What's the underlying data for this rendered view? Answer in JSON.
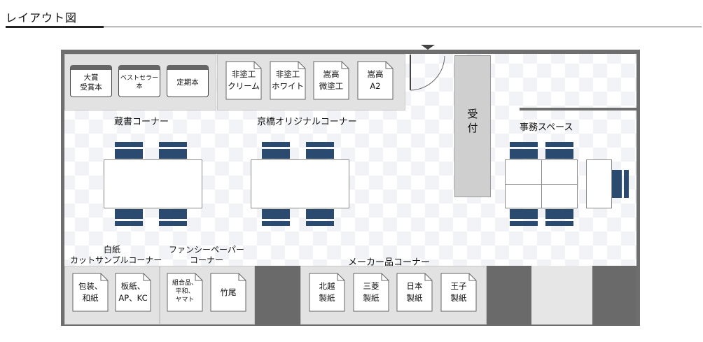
{
  "title": "レイアウト図",
  "shelves_top": [
    {
      "line1": "大賞",
      "line2": "受賞本"
    },
    {
      "line1": "ベストセラー本",
      "line2": ""
    },
    {
      "line1": "定期本",
      "line2": ""
    }
  ],
  "docs_top": [
    {
      "line1": "非塗工",
      "line2": "クリーム"
    },
    {
      "line1": "非塗工",
      "line2": "ホワイト"
    },
    {
      "line1": "嵩高",
      "line2": "微塗工"
    },
    {
      "line1": "嵩高",
      "line2": "A2"
    }
  ],
  "labels": {
    "zousho": "蔵書コーナー",
    "kyobashi": "京橋オリジナルコーナー",
    "jimu": "事務スペース",
    "uketsuke_1": "受",
    "uketsuke_2": "付",
    "hakushi_1": "白紙",
    "hakushi_2": "カットサンプルコーナー",
    "fancy_1": "ファンシーペーパー",
    "fancy_2": "コーナー",
    "maker": "メーカー品コーナー"
  },
  "docs_bottom_left": [
    {
      "line1": "包装、",
      "line2": "和紙"
    },
    {
      "line1": "板紙、",
      "line2": "AP、KC"
    }
  ],
  "docs_fancy": [
    {
      "lines": [
        "組合品、",
        "平和、",
        "ヤマト"
      ]
    },
    {
      "lines": [
        "竹尾"
      ]
    }
  ],
  "docs_maker": [
    {
      "line1": "北越",
      "line2": "製紙"
    },
    {
      "line1": "三菱",
      "line2": "製紙"
    },
    {
      "line1": "日本",
      "line2": "製紙"
    },
    {
      "line1": "王子",
      "line2": "製紙"
    }
  ],
  "colors": {
    "chair": "#2b4a6f",
    "wall": "#6e6e6e",
    "shelf_area": "#e2e2e2",
    "reception": "#cfcfcf"
  }
}
